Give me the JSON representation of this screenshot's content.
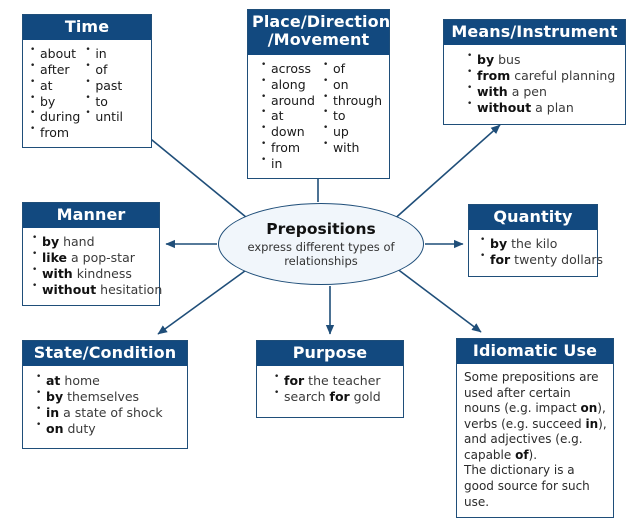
{
  "theme": {
    "header_bg": "#12497F",
    "border": "#1F4E79",
    "arrow": "#1F4E79",
    "center_fill": "#F1F6FB",
    "page_bg": "#FFFFFF"
  },
  "center": {
    "title": "Prepositions",
    "subtitle": "express different types of relationships"
  },
  "nodes": {
    "time": {
      "title": "Time",
      "col1": [
        "about",
        "after",
        "at",
        "by",
        "during",
        "from"
      ],
      "col2": [
        "in",
        "of",
        "past",
        "to",
        "until"
      ]
    },
    "place": {
      "title_line1": "Place/Direction",
      "title_line2": "/Movement",
      "col1": [
        "across",
        "along",
        "around",
        "at",
        "down",
        "from",
        "in"
      ],
      "col2": [
        "of",
        "on",
        "through",
        "to",
        "up",
        "with"
      ]
    },
    "means": {
      "title": "Means/Instrument",
      "items": [
        {
          "kw": "by",
          "tail": " bus"
        },
        {
          "kw": "from",
          "tail": " careful planning"
        },
        {
          "kw": "with",
          "tail": " a pen"
        },
        {
          "kw": "without",
          "tail": " a plan"
        }
      ]
    },
    "manner": {
      "title": "Manner",
      "items": [
        {
          "kw": "by",
          "tail": " hand"
        },
        {
          "kw": "like",
          "tail": " a pop-star"
        },
        {
          "kw": "with",
          "tail": " kindness"
        },
        {
          "kw": "without",
          "tail": " hesitation"
        }
      ]
    },
    "quantity": {
      "title": "Quantity",
      "items": [
        {
          "kw": "by",
          "tail": " the kilo"
        },
        {
          "kw": "for",
          "tail": " twenty dollars"
        }
      ]
    },
    "state": {
      "title": "State/Condition",
      "items": [
        {
          "kw": "at",
          "tail": " home"
        },
        {
          "kw": "by",
          "tail": " themselves"
        },
        {
          "kw": "in",
          "tail": " a state of shock"
        },
        {
          "kw": "on",
          "tail": " duty"
        }
      ]
    },
    "purpose": {
      "title": "Purpose",
      "items": [
        {
          "lead": "",
          "kw": "for",
          "tail": " the teacher"
        },
        {
          "lead": "search ",
          "kw": "for",
          "tail": " gold"
        }
      ]
    },
    "idiomatic": {
      "title": "Idiomatic Use",
      "paragraph1_a": "Some prepositions are used after certain nouns (e.g. impact ",
      "paragraph1_b": "on",
      "paragraph1_c": "), verbs (e.g. succeed ",
      "paragraph1_d": "in",
      "paragraph1_e": "), and adjectives (e.g. capable ",
      "paragraph1_f": "of",
      "paragraph1_g": ").",
      "paragraph2": "The dictionary is a good source for such use."
    }
  }
}
